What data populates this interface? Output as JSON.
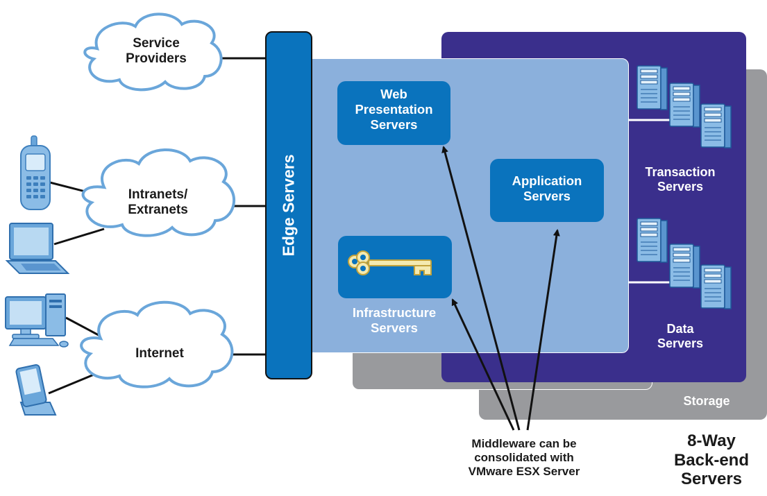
{
  "colors": {
    "storage_gray": "#999a9d",
    "backend_navy": "#3a2f8c",
    "app_light_blue": "#8bb0dc",
    "server_box_blue": "#0a73bd",
    "edge_bar_blue": "#0a73bd",
    "cloud_blue": "#6aa6da",
    "arrow_black": "#111111"
  },
  "clouds": {
    "service_providers": "Service\nProviders",
    "intranets": "Intranets/\nExtranets",
    "internet": "Internet"
  },
  "edge": {
    "label": "Edge Servers"
  },
  "app_layer": {
    "web": "Web\nPresentation\nServers",
    "application": "Application\nServers",
    "infrastructure": "Infrastructure\nServers"
  },
  "backend": {
    "transaction": "Transaction\nServers",
    "data": "Data\nServers",
    "storage": "Storage",
    "title": "8-Way\nBack-end\nServers"
  },
  "middleware_note": "Middleware can be\nconsolidated with\nVMware ESX Server",
  "icons": [
    "cloud-icon",
    "cell-phone-icon",
    "laptop-icon",
    "desktop-computer-icon",
    "pda-icon",
    "key-icon",
    "server-tower-icon"
  ]
}
